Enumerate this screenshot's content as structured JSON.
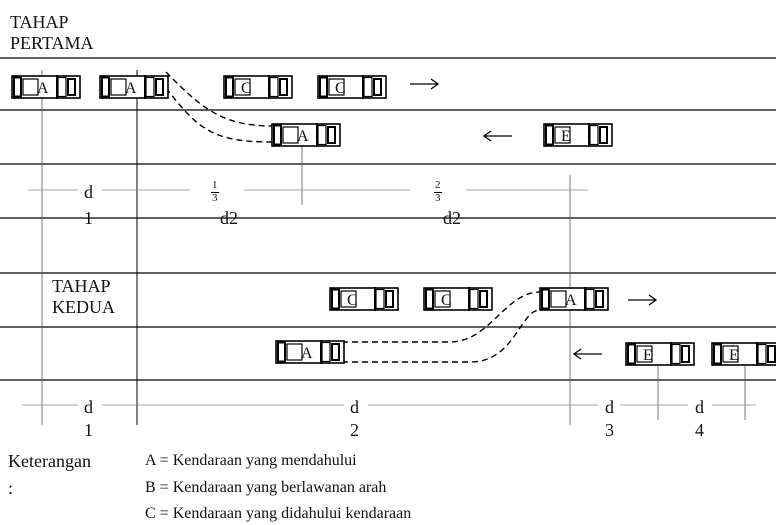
{
  "stage1": {
    "line1": "TAHAP",
    "line2": "PERTAMA"
  },
  "stage2": {
    "line1": "TAHAP",
    "line2": "KEDUA"
  },
  "vehicles": {
    "a": "A",
    "c": "C",
    "e": "E"
  },
  "stage1_distances": {
    "d1_label": "d",
    "d1_sub": "1",
    "frac1_num": "1",
    "frac1_den": "3",
    "frac1_var": "d2",
    "frac2_num": "2",
    "frac2_den": "3",
    "frac2_var": "d2"
  },
  "stage2_distances": [
    {
      "label": "d",
      "sub": "1"
    },
    {
      "label": "d",
      "sub": "2"
    },
    {
      "label": "d",
      "sub": "3"
    },
    {
      "label": "d",
      "sub": "4"
    }
  ],
  "legend": {
    "title": "Keterangan",
    "colon": ":",
    "items": [
      "A = Kendaraan yang mendahului",
      "B = Kendaraan yang berlawanan arah",
      "C = Kendaraan yang didahului kendaraan"
    ]
  }
}
